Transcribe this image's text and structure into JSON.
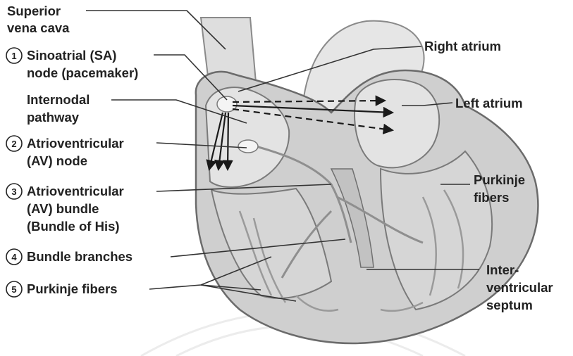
{
  "labels": {
    "superior_vena_cava": [
      "Superior",
      "vena cava"
    ],
    "sa_node": {
      "number": "1",
      "lines": [
        "Sinoatrial (SA)",
        "node (pacemaker)"
      ]
    },
    "internodal_pathway": [
      "Internodal",
      "pathway"
    ],
    "av_node": {
      "number": "2",
      "lines": [
        "Atrioventricular",
        "(AV) node"
      ]
    },
    "av_bundle": {
      "number": "3",
      "lines": [
        "Atrioventricular",
        "(AV) bundle",
        "(Bundle of His)"
      ]
    },
    "bundle_branches": {
      "number": "4",
      "lines": [
        "Bundle branches"
      ]
    },
    "purkinje_fibers_left": {
      "number": "5",
      "lines": [
        "Purkinje fibers"
      ]
    },
    "right_atrium": [
      "Right atrium"
    ],
    "left_atrium": [
      "Left atrium"
    ],
    "purkinje_fibers_right": [
      "Purkinje",
      "fibers"
    ],
    "interventricular_septum": [
      "Inter-",
      "ventricular",
      "septum"
    ]
  },
  "colors": {
    "text": "#222222",
    "leader_lines": "#333333",
    "heart_fill": "#cfcfcf",
    "heart_outline": "#6b6b6b",
    "arrows": "#1a1a1a"
  }
}
